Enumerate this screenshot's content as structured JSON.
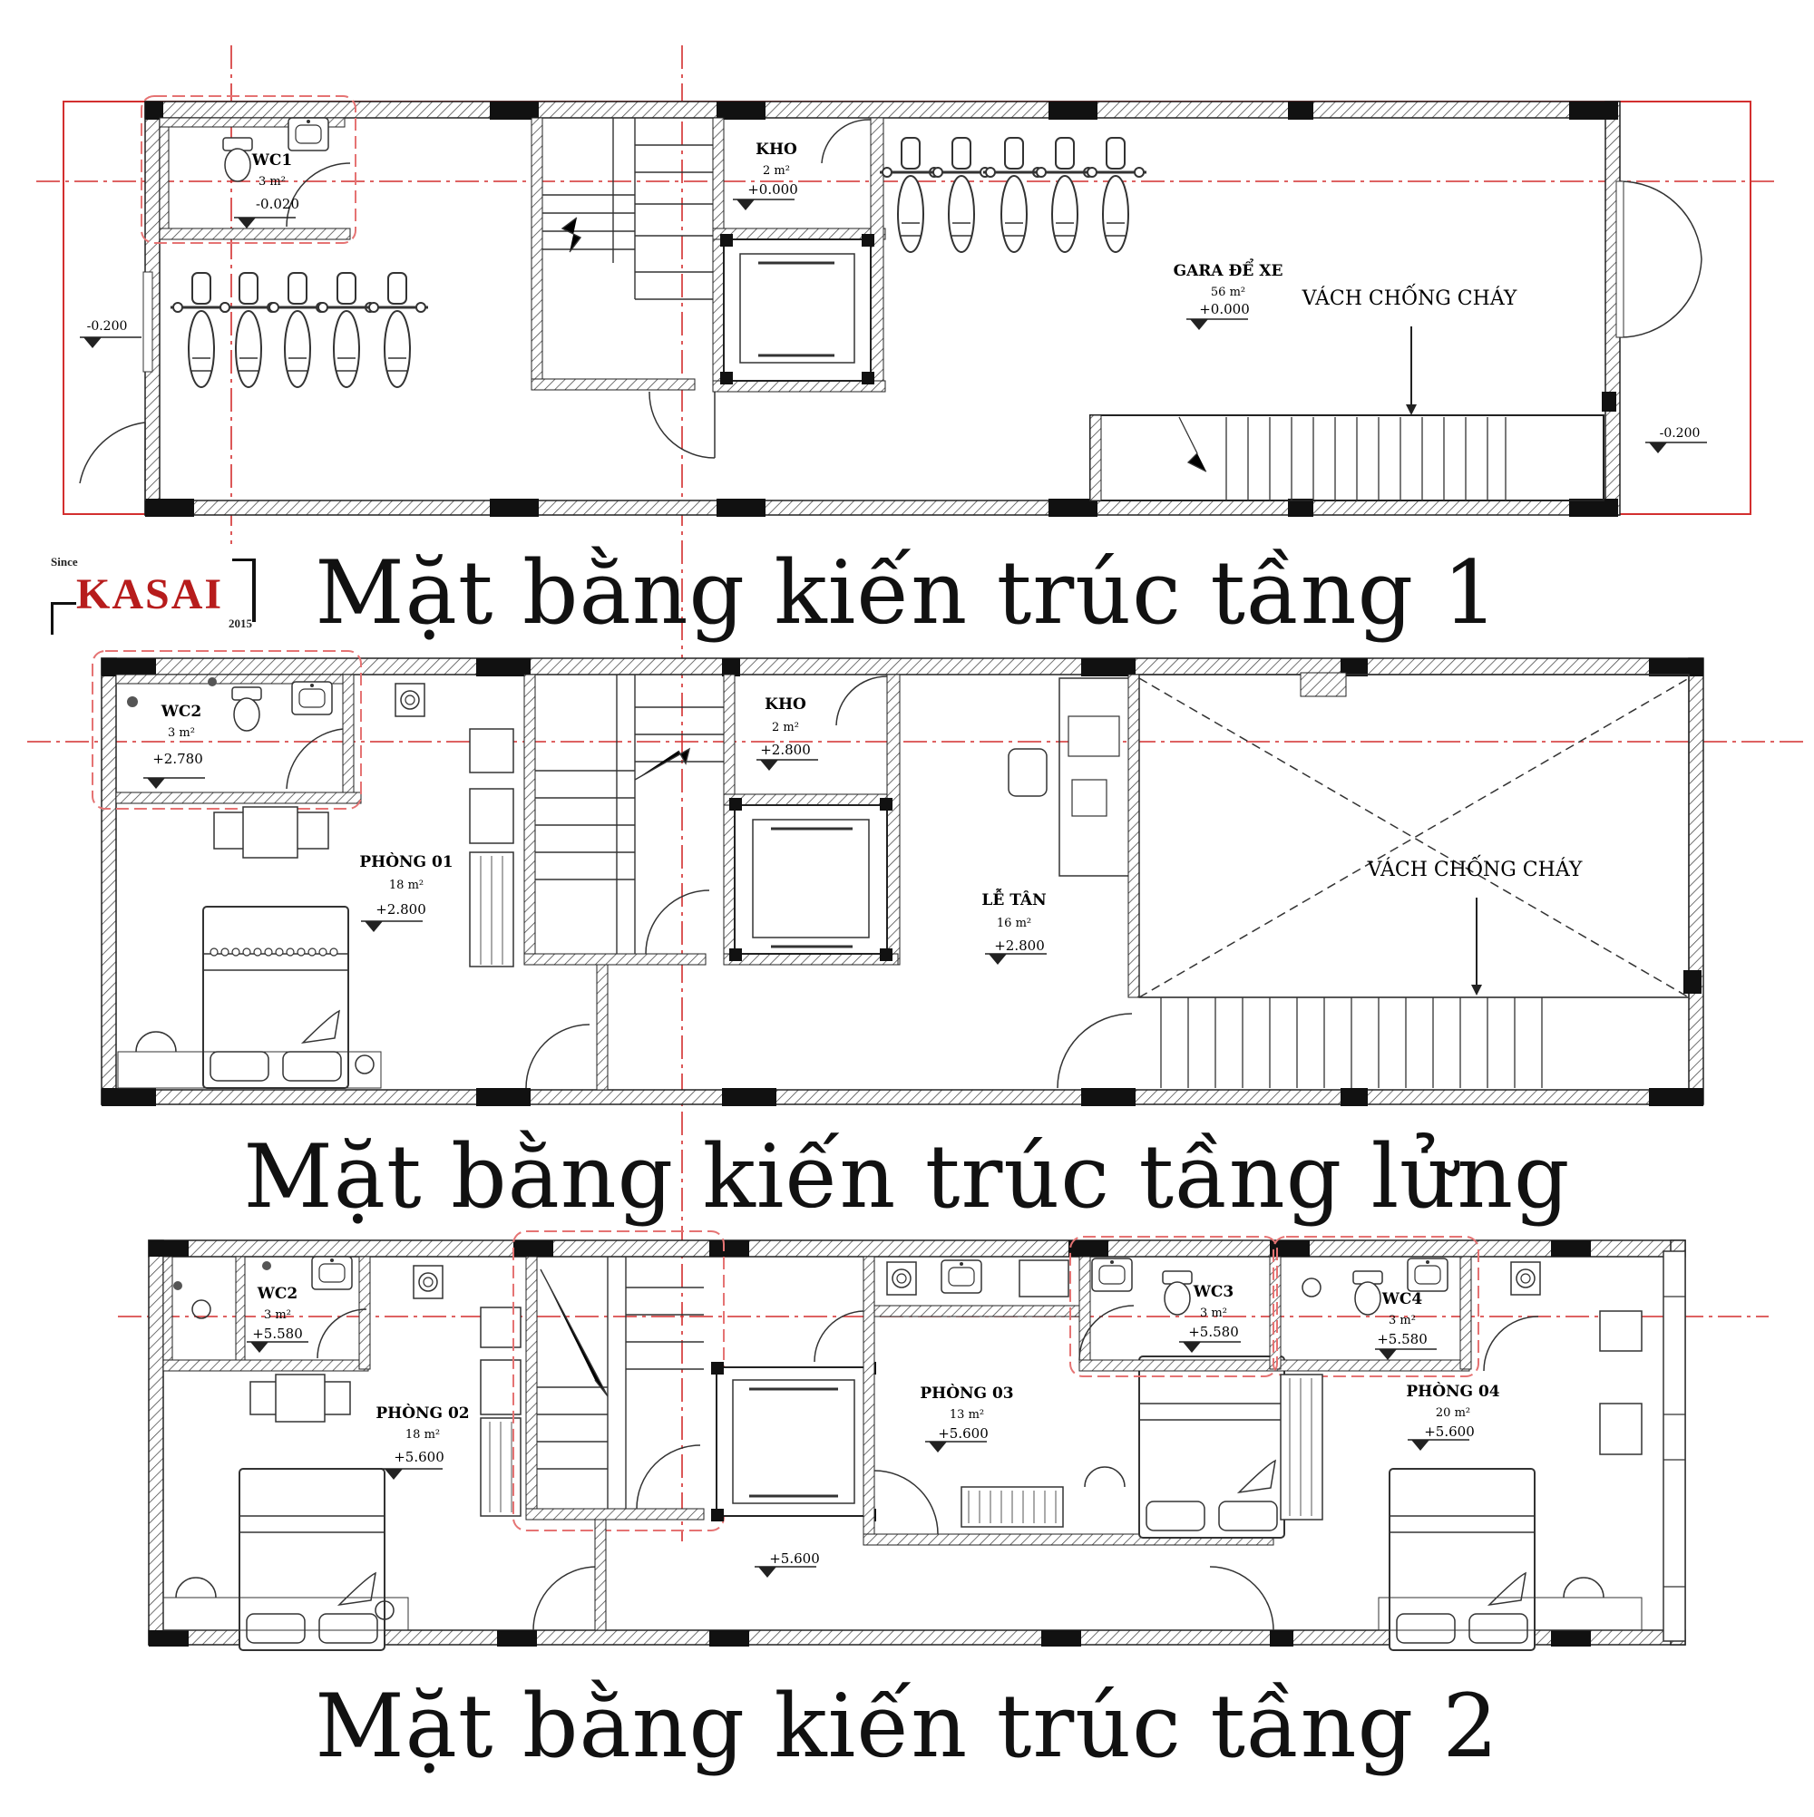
{
  "brand": {
    "since": "Since",
    "name": "KASAI",
    "year": "2015"
  },
  "titles": {
    "floor1": "Mặt bằng kiến trúc tầng 1",
    "mezzanine": "Mặt bằng kiến trúc tầng lửng",
    "floor2": "Mặt bằng kiến trúc tầng 2"
  },
  "floor1": {
    "wc1": {
      "name": "WC1",
      "area": "3 m²",
      "level": "-0.020"
    },
    "kho": {
      "name": "KHO",
      "area": "2 m²",
      "level": "+0.000"
    },
    "gara": {
      "name": "GARA ĐỂ XE",
      "area": "56 m²",
      "level": "+0.000"
    },
    "fire_wall": "VÁCH CHỐNG CHÁY",
    "level_left": "-0.200",
    "level_right": "-0.200"
  },
  "mezzanine": {
    "wc2": {
      "name": "WC2",
      "area": "3 m²",
      "level": "+2.780"
    },
    "kho": {
      "name": "KHO",
      "area": "2 m²",
      "level": "+2.800"
    },
    "phong01": {
      "name": "PHÒNG 01",
      "area": "18 m²",
      "level": "+2.800"
    },
    "le_tan": {
      "name": "LỄ TÂN",
      "area": "16 m²",
      "level": "+2.800"
    },
    "fire_wall": "VÁCH CHỐNG CHÁY"
  },
  "floor2": {
    "wc2": {
      "name": "WC2",
      "area": "3 m²",
      "level": "+5.580"
    },
    "wc3": {
      "name": "WC3",
      "area": "3 m²",
      "level": "+5.580"
    },
    "wc4": {
      "name": "WC4",
      "area": "3 m²",
      "level": "+5.580"
    },
    "phong02": {
      "name": "PHÒNG 02",
      "area": "18 m²",
      "level": "+5.600"
    },
    "phong03": {
      "name": "PHÒNG 03",
      "area": "13 m²",
      "level": "+5.600"
    },
    "phong04": {
      "name": "PHÒNG 04",
      "area": "20 m²",
      "level": "+5.600"
    },
    "corridor_level": "+5.600"
  },
  "colors": {
    "wall": "#222222",
    "hatch": "#555555",
    "axis": "#d32f2f",
    "highlight": "#e57373",
    "brand": "#b71c1c"
  }
}
